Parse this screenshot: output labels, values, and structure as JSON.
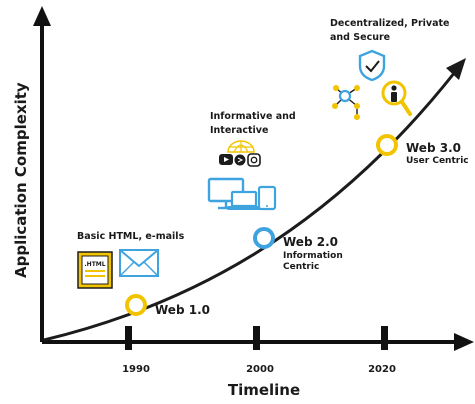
{
  "axes": {
    "y_label": "Application Complexity",
    "x_label": "Timeline",
    "x_ticks": [
      "1990",
      "2000",
      "2020"
    ]
  },
  "milestones": [
    {
      "title": "Web 1.0",
      "subtitle_line1": "",
      "subtitle_line2": "",
      "ring_color": "#f2c400"
    },
    {
      "title": "Web 2.0",
      "subtitle_line1": "Information",
      "subtitle_line2": "Centric",
      "ring_color": "#3fa3e0"
    },
    {
      "title": "Web 3.0",
      "subtitle_line1": "User Centric",
      "subtitle_line2": "",
      "ring_color": "#f2c400"
    }
  ],
  "captions": {
    "web1": "Basic HTML, e-mails",
    "web2_line1": "Informative and",
    "web2_line2": "Interactive",
    "web3_line1": "Decentralized, Private",
    "web3_line2": "and Secure"
  },
  "icons": {
    "html_doc_label": ".HTML",
    "web1": [
      "html-file-icon",
      "email-envelope-icon"
    ],
    "web2": [
      "globe-icon",
      "youtube-icon",
      "play-badge-icon",
      "instagram-icon",
      "desktop-monitor-icon",
      "laptop-icon",
      "tablet-icon"
    ],
    "web3": [
      "shield-check-icon",
      "network-nodes-icon",
      "user-magnifier-icon"
    ]
  },
  "colors": {
    "curve": "#1c1c1c",
    "yellow": "#f2c400",
    "blue": "#3fa3e0"
  }
}
